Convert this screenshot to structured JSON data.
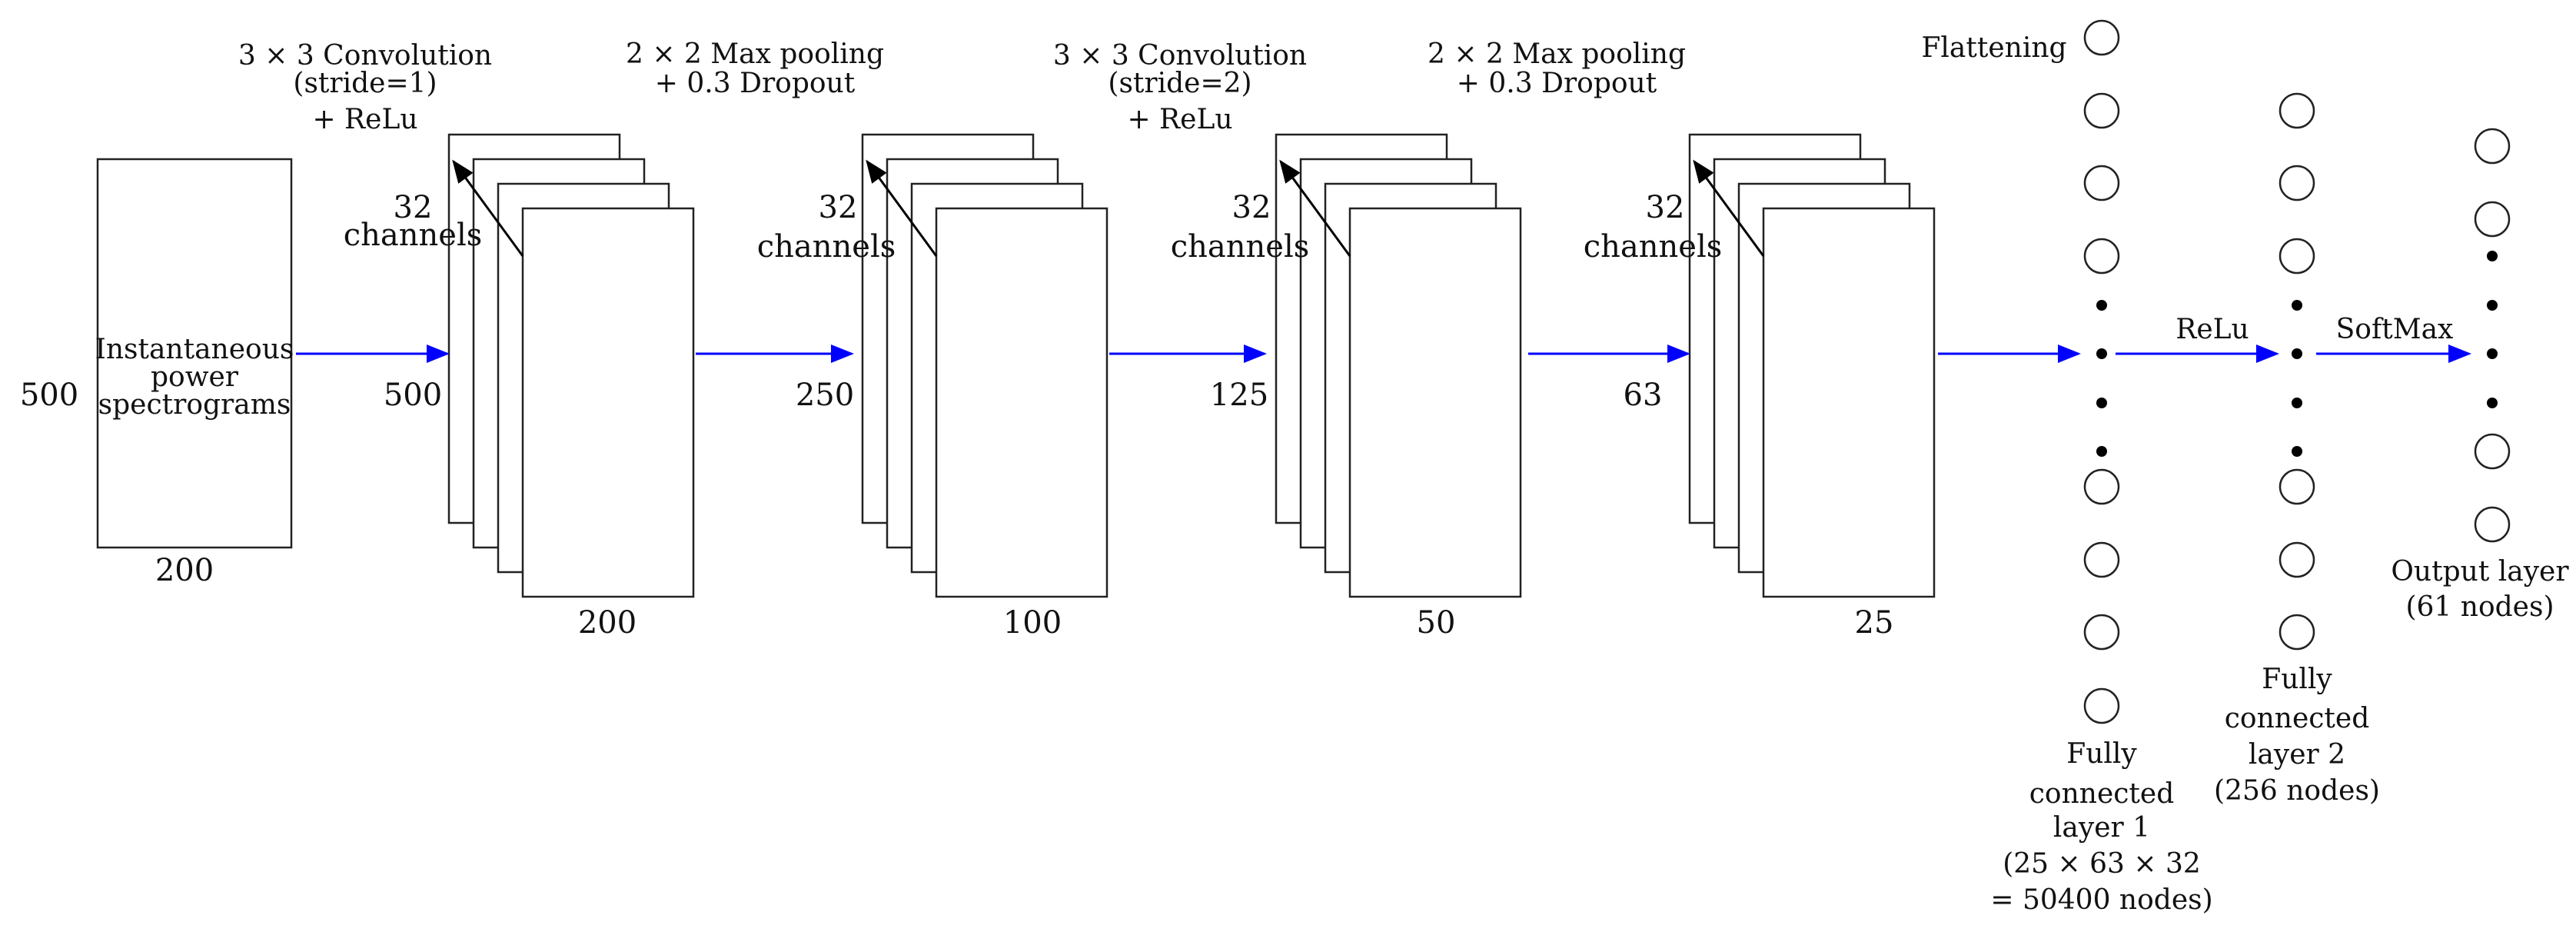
{
  "input": {
    "label": [
      "Instantaneous",
      "power",
      "spectrograms"
    ],
    "height": "500",
    "width": "200"
  },
  "steps": [
    {
      "lines": [
        "3 × 3 Convolution",
        "(stride=1)",
        "+ ReLu"
      ]
    },
    {
      "lines": [
        "2 × 2 Max pooling",
        "+ 0.3 Dropout"
      ]
    },
    {
      "lines": [
        "3 × 3 Convolution",
        "(stride=2)",
        "+ ReLu"
      ]
    },
    {
      "lines": [
        "2 × 2 Max pooling",
        "+ 0.3 Dropout"
      ]
    }
  ],
  "stacks": [
    {
      "channels": [
        "32",
        "channels"
      ],
      "height": "500",
      "width": "200"
    },
    {
      "channels": [
        "32",
        "channels"
      ],
      "height": "250",
      "width": "100"
    },
    {
      "channels": [
        "32",
        "channels"
      ],
      "height": "125",
      "width": "50"
    },
    {
      "channels": [
        "32",
        "channels"
      ],
      "height": "63",
      "width": "25"
    }
  ],
  "flattening": "Flattening",
  "fc1": {
    "lines": [
      "Fully",
      "connected",
      "layer 1",
      "(25 × 63 × 32",
      "= 50400 nodes)"
    ]
  },
  "relu": "ReLu",
  "fc2": {
    "lines": [
      "Fully",
      "connected",
      "layer 2",
      "(256 nodes)"
    ]
  },
  "softmax": "SoftMax",
  "output": {
    "lines": [
      "Output layer",
      "(61 nodes)"
    ]
  },
  "colors": {
    "flow_arrow": "#0000ff",
    "stroke": "#222222"
  }
}
